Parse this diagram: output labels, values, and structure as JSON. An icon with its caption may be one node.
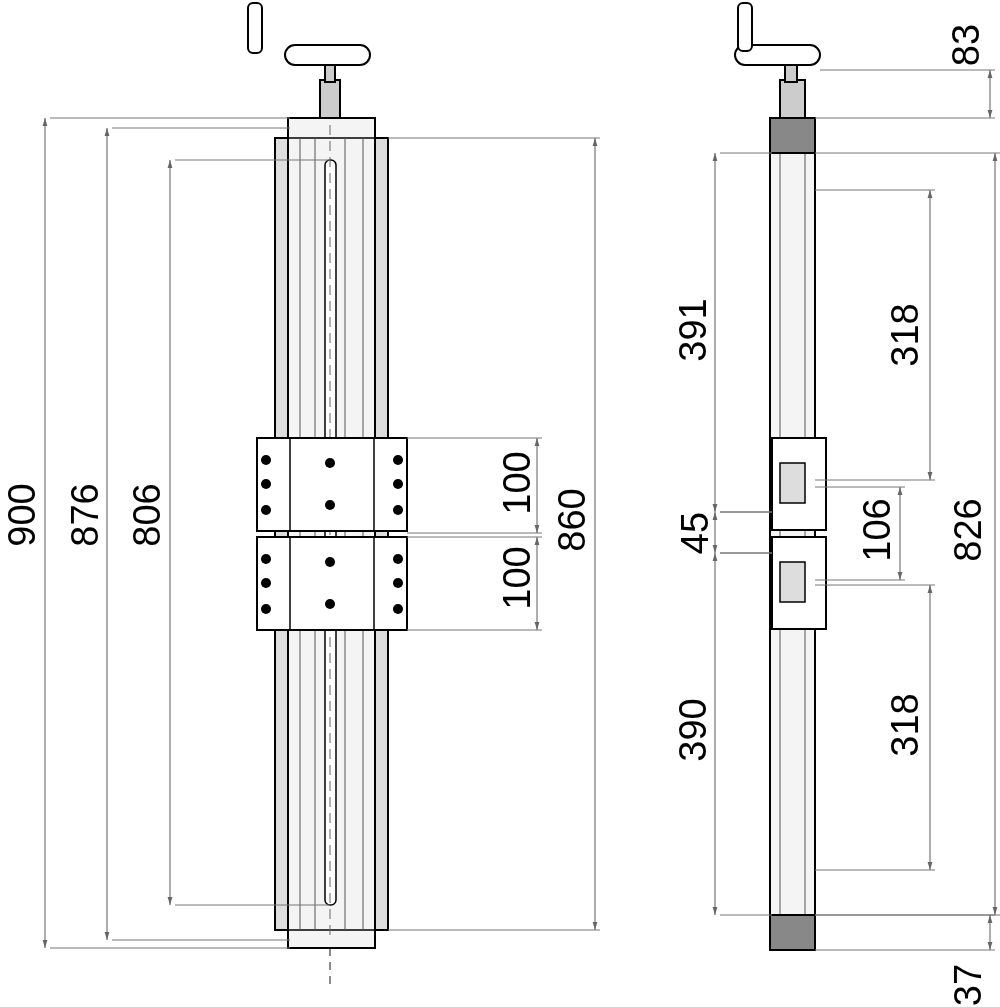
{
  "diagram": {
    "labels": [
      "900",
      "876",
      "806",
      "100",
      "100",
      "860",
      "83",
      "391",
      "318",
      "45",
      "106",
      "826",
      "390",
      "318",
      "37"
    ]
  }
}
